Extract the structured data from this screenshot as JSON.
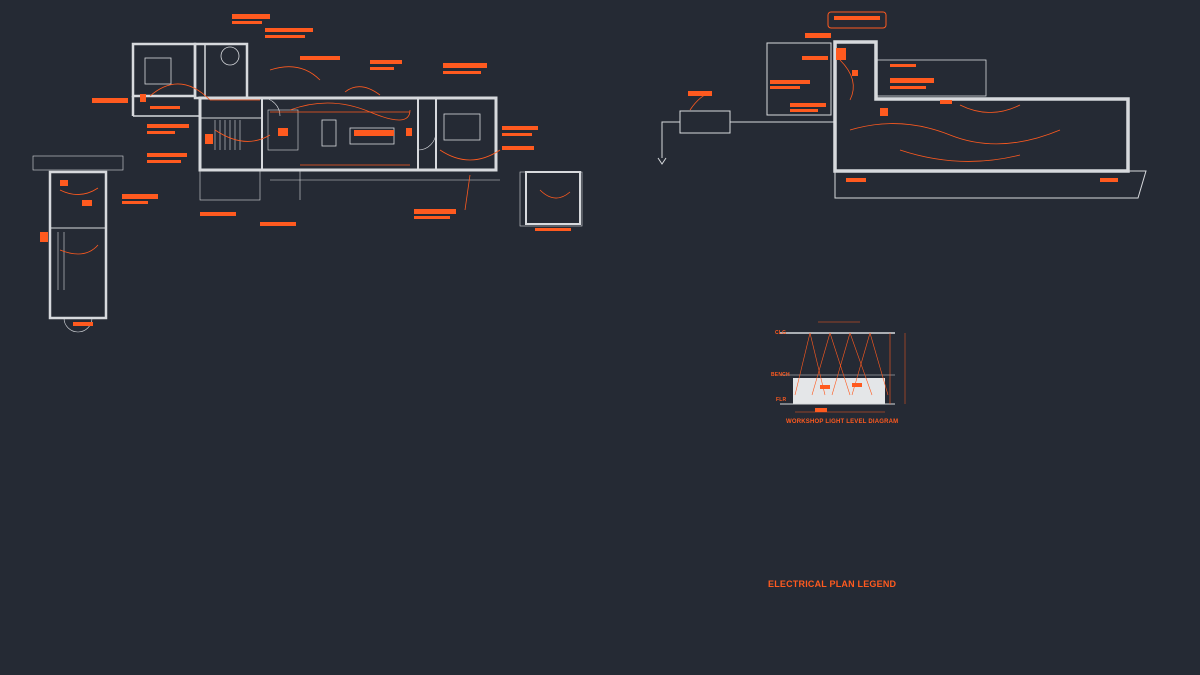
{
  "colors": {
    "background": "#252a34",
    "linework": "#d7d9dd",
    "annotation": "#ff5a1f",
    "fill_light": "#e4e6e8"
  },
  "legend": {
    "title": "ELECTRICAL PLAN LEGEND"
  },
  "light_diagram": {
    "title": "WORKSHOP LIGHT LEVEL DIAGRAM",
    "levels": {
      "ceiling": "CLG",
      "bench": "BENCH",
      "floor": "FLR"
    }
  },
  "icons": [
    "view-cube-icon"
  ]
}
